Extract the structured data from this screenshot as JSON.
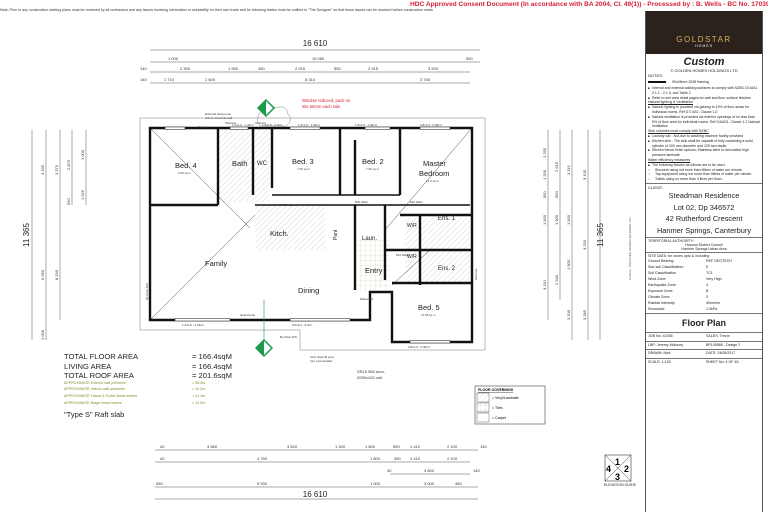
{
  "banner": "HDC Approved Consent Document (In accordance with BA 2004, Cl. 49(1)) - Processed by : B. Wells - BC No. 170393",
  "note": "Note: Prior to any construction starting plans must be reviewed by all contractors and any issues involving information or workability for their own trade and for following trades must be notified to \"The Designer\" so that those issues can be resolved before construction starts",
  "dims": {
    "top_overall": "16 610",
    "top_row1": [
      "1 000",
      "15 060",
      "550"
    ],
    "top_row2": [
      "140",
      "2 300",
      "1 950",
      "450",
      "2 915",
      "550",
      "2 915",
      "3 200"
    ],
    "top_row3": [
      "140",
      "1 710",
      "1 600",
      "8 310",
      "3 740"
    ],
    "bottom_row1": [
      "40",
      "4 560",
      "3 520",
      "1 300",
      "1 800",
      "550",
      "1 410",
      "2 100",
      "140"
    ],
    "bottom_row2": [
      "40",
      "4 750",
      "1 800",
      "360",
      "1 410",
      "2 100"
    ],
    "bottom_row3": [
      "40",
      "3 600",
      "140"
    ],
    "bottom_row4": [
      "550",
      "9 930",
      "1 000",
      "3 000",
      "450"
    ],
    "bottom_overall": "16 610",
    "left_overall": "11 365",
    "left": [
      "4 335",
      "6 050",
      "1 000",
      "3 375",
      "8 150",
      "2 875",
      "550",
      "1 000",
      "1 025"
    ],
    "right": [
      "1 295",
      "1 200",
      "950",
      "1 900",
      "4 110",
      "2 615",
      "950",
      "1 900",
      "2 940",
      "3 115",
      "1 900",
      "1 900",
      "3 200",
      "3 105",
      "4 250",
      "3 285"
    ],
    "right_overall": "11 365"
  },
  "rooms": {
    "bed4": "Bed. 4",
    "bed4_area": "9.56 sq m",
    "bath": "Bath",
    "wc": "WC",
    "bed3": "Bed. 3",
    "bed3_area": "7.65 sq m",
    "bed2": "Bed. 2",
    "bed2_area": "7.65 sq m",
    "master": "Master",
    "master2": "Bedroom",
    "master_area": "12.9 sq m",
    "kitch": "Kitch.",
    "pant": "Pant",
    "family": "Family",
    "dining": "Dining",
    "entry": "Entry",
    "laun": "Laun.",
    "ens1": "Ens. 1",
    "ens2": "Ens. 2",
    "wir1": "W/R",
    "wir2": "W/R",
    "bed5": "Bed. 5",
    "bed5_area": "11.58 sq m"
  },
  "annotations": {
    "window_note1": "Window reduced, pack on",
    "window_note2": "site 50mm each side",
    "heat_pump1": "External heat pump",
    "heat_pump2": "unit on concrete pad",
    "obscure1": "Obscure",
    "obscure2": "Obscure",
    "obscure3": "Obscure",
    "win_top": [
      "1.2x1.2 - 1.44m²",
      "1.0x0.9 - 0.9m²",
      "1.2x1.6 - 1.92m²",
      "1.2x1.6 - 1.92m²",
      "0.8x1.6 - 0.96m²"
    ],
    "win_bottom": [
      "1.2x1.8 - 2.16m²",
      "3.0x2.0 - 6.0m²",
      "0.8x1.6 - 0.96m²"
    ],
    "bypass_bottom": "By Pass N/S",
    "bypass_left": "By Pass N/S",
    "heat_pump_int": "Heat Pump",
    "pnt": "Swales",
    "garage_door1": "SR15 560 door,",
    "garage_door2": "2050x102 unit",
    "aac1": "AAC clad H5 post",
    "aac2": "(ref. post details)",
    "rainwater": "Rainwater",
    "slider1": "810 slider",
    "slider2": "810 slider",
    "slider3": "810 slider",
    "slider4": "810 slider"
  },
  "totals": {
    "rows": [
      {
        "label": "TOTAL FLOOR AREA",
        "value": "= 166.4sqM"
      },
      {
        "label": "LIVING AREA",
        "value": "= 166.4sqM"
      },
      {
        "label": "TOTAL ROOF AREA",
        "value": "= 201.6sqM"
      }
    ],
    "approx": [
      {
        "label": "APPROXIMATE Exterior wall perimeter",
        "value": "= 56.3m"
      },
      {
        "label": "APPROXIMATE Interior wall perimeter",
        "value": "= 19.2m"
      },
      {
        "label": "APPROXIMATE Fascia & Gutter lineal meters",
        "value": "= 41.4m"
      },
      {
        "label": "APPROXIMATE Barge lineal meters",
        "value": "= 13.5m"
      }
    ],
    "slab": "\"Type S\" Raft slab"
  },
  "floor_coverings": {
    "title": "FLOOR COVERINGS",
    "items": [
      "= Vinyl/Laminate",
      "= Tiles",
      "= Carpet"
    ]
  },
  "elevation_guide": {
    "n1": "1",
    "n2": "2",
    "n3": "3",
    "n4": "4",
    "label": "ELEVATION GUIDE"
  },
  "title_block": {
    "logo": "GOLDSTAR",
    "logo_sub": "HOMES",
    "vertical": "Custom - ©GOLDEN HOMES HOLDINGS LTD",
    "title": "Custom",
    "copyright": "© GOLDEN HOMES HOLDINGS LTD",
    "notes_label": "NOTES:",
    "framing": "90x45mm 2008 framing",
    "notes": [
      "Internal and external walking surfaces to comply with NZBC D1/AS1 2.1.1 - 2.1.3, and Table 2",
      "Refer to wet area detail pages for wall and floor surface finishes"
    ],
    "lighting_head": "Natural lighting & Ventilation",
    "lighting": [
      "Natural lighting is provided via glazing to 10% of floor areas for individual rooms. Ref G7/ AS1, Clause 1.0",
      "Natural ventilation is provided via exterior openings of no less than 5% of floor area for individual rooms. Ref G4/AS1, Clause 1.2 Natural ventilation"
    ],
    "sink_head": "Sink volumes must comply with NZBC",
    "sink": [
      "Laundry tub - N/A due to washing machine facility provided",
      "Kitchen sink - The sink shall be capable of fully containing a solid cylinder of 300 mm diameter and 125 mm depth.",
      "Kitchen bench finish options; Stainless steel or decorative high pressure laminate"
    ],
    "water_head": "Water efficiency measures",
    "water": [
      "The following fixtures as follows are to be used"
    ],
    "water_sub": [
      "Showers using not more than 9litres of water per minute.",
      "Tap equipment using not more than 9litres of water per minute.",
      "Toilets using no more than 4 litres per flush."
    ],
    "client_label": "CLIENT:",
    "client": [
      "Steadman Residence",
      "Lot 02, Dp 346572",
      "42 Rutherford Crescent",
      "Hanmer Springs, Canterbury"
    ],
    "ta_label": "TERRITORIAL AUTHORITY:",
    "ta": [
      "Hurunui District Council",
      "Hanmer Springs Urban Area"
    ],
    "site_label": "SITE DATA: for zones upto & including",
    "site": [
      [
        "Ground Bearing:",
        "REF GEOTECH"
      ],
      [
        "Sub-soil Classification:",
        "E"
      ],
      [
        "Soil Classification",
        "TC1"
      ],
      [
        "Wind Zone:",
        "Very High"
      ],
      [
        "Earthquake Zone:",
        "4"
      ],
      [
        "Exposure Zone:",
        "B"
      ],
      [
        "Climate Zone:",
        "3"
      ],
      [
        "Rainfall Intensity:",
        "40mm/hr"
      ],
      [
        "Snowload:",
        "1.0kPa"
      ]
    ],
    "sheet_title": "Floor Plan",
    "job": [
      [
        "JOB No: 41056",
        "SALES:  Trevor"
      ],
      [
        "LBP: Jeremy Moloney",
        "BP105585 - Design 2"
      ],
      [
        "DRAWN:  Nick",
        "DATE:  24/05/2017"
      ],
      [
        "SCALE:  1:100",
        "SHEET No: 4 OF 45"
      ]
    ]
  },
  "colors": {
    "banner": "#d6203a",
    "wall": "#111111",
    "logo_bg": "#2b211d",
    "logo_gold": "#d9b25a",
    "marker": "#1a9a4a",
    "annotation_red": "#d6203a"
  }
}
